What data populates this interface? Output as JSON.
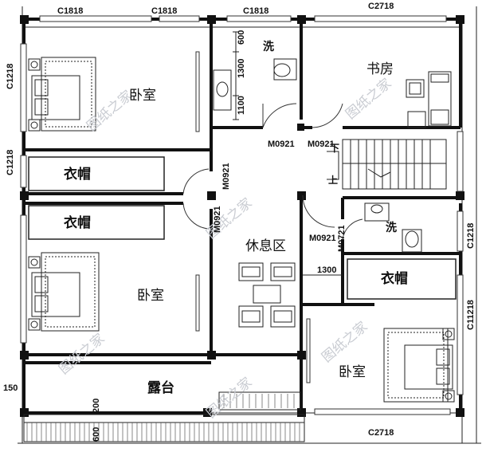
{
  "rooms": {
    "bedroom_top_left": "卧室",
    "bedroom_mid_left": "卧室",
    "bedroom_bottom_right": "卧室",
    "wardrobe_left_1": "衣帽",
    "wardrobe_left_2": "衣帽",
    "wardrobe_right": "衣帽",
    "bath_top": "洗",
    "bath_right": "洗",
    "study": "书房",
    "lounge": "休息区",
    "terrace": "露台",
    "stair_down": "下",
    "stair_up": "上"
  },
  "windows": {
    "top_1": "C1818",
    "top_2": "C1818",
    "top_3": "C1818",
    "top_4": "C2718",
    "bottom": "C2718",
    "left_1": "C1218",
    "left_2": "C1218",
    "right_1": "C1218",
    "right_2": "C11218"
  },
  "doors": {
    "d1": "M0921",
    "d2": "M0921",
    "d3": "M0921",
    "d4": "M0921",
    "d5": "M0921",
    "d6": "M0721"
  },
  "dimensions": {
    "d600": "600",
    "d1300v": "1300",
    "d1100": "1100",
    "d1300h": "1300",
    "d150": "150",
    "d200": "200",
    "d600b": "600"
  },
  "watermark": "图纸之家"
}
